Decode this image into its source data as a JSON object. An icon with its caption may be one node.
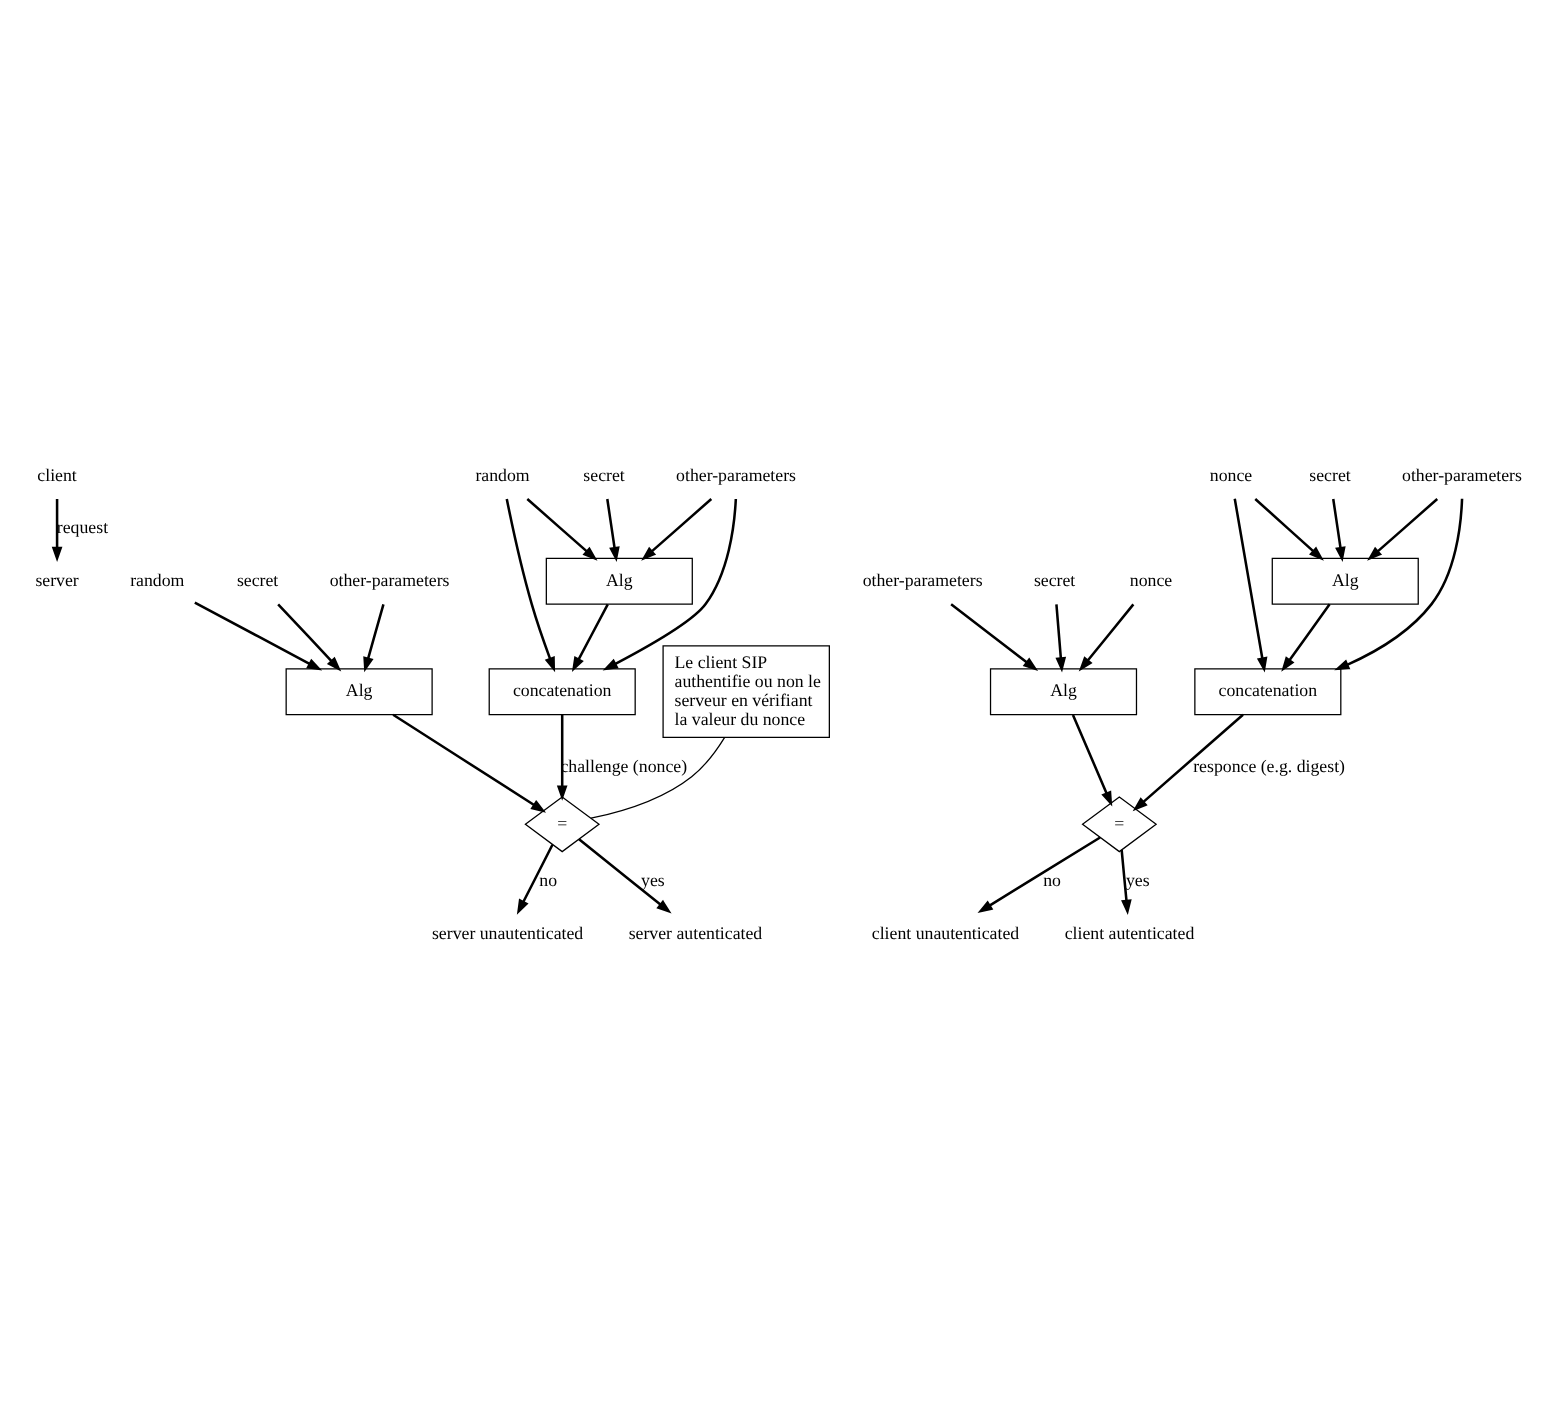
{
  "diagram": {
    "nodes": [
      {
        "text": [
          "client"
        ]
      },
      {
        "text": [
          "server"
        ]
      },
      {
        "text": [
          "random"
        ]
      },
      {
        "text": [
          "secret"
        ]
      },
      {
        "text": [
          "other-parameters"
        ]
      },
      {
        "text": [
          "Alg"
        ]
      },
      {
        "text": [
          "="
        ]
      },
      {
        "text": [
          "server unautenticated"
        ]
      },
      {
        "text": [
          "server autenticated"
        ]
      },
      {
        "text": [
          "secret"
        ]
      },
      {
        "text": [
          "random"
        ]
      },
      {
        "text": [
          "other-parameters"
        ]
      },
      {
        "text": [
          "Alg"
        ]
      },
      {
        "text": [
          "concatenation"
        ]
      },
      {
        "text": [
          "Le client SIP authentifie ou non le serveur en vérifiant la valeur du nonce"
        ]
      },
      {
        "text": [
          "secret"
        ]
      },
      {
        "text": [
          "nonce"
        ]
      },
      {
        "text": [
          "other-parameters"
        ]
      },
      {
        "text": [
          "Alg"
        ]
      },
      {
        "text": [
          "concatenation"
        ]
      },
      {
        "text": [
          "secret"
        ]
      },
      {
        "text": [
          "nonce"
        ]
      },
      {
        "text": [
          "other-parameters"
        ]
      },
      {
        "text": [
          "Alg"
        ]
      },
      {
        "text": [
          "="
        ]
      },
      {
        "text": [
          "client unautenticated"
        ]
      },
      {
        "text": [
          "client autenticated"
        ]
      }
    ],
    "edges": [
      {
        "from": 0,
        "to": 1,
        "arrow": "to",
        "label": "request"
      },
      {
        "from": 2,
        "to": 5,
        "arrow": "to"
      },
      {
        "from": 3,
        "to": 5,
        "arrow": "to"
      },
      {
        "from": 4,
        "to": 5,
        "arrow": "to"
      },
      {
        "from": 5,
        "to": 6,
        "arrow": "to"
      },
      {
        "from": 6,
        "to": 7,
        "arrow": "to",
        "label": "no"
      },
      {
        "from": 6,
        "to": 8,
        "arrow": "to",
        "label": "yes"
      },
      {
        "from": 10,
        "to": 12,
        "arrow": "to"
      },
      {
        "from": 10,
        "to": 13,
        "arrow": "to"
      },
      {
        "from": 9,
        "to": 12,
        "arrow": "to"
      },
      {
        "from": 11,
        "to": 12,
        "arrow": "to"
      },
      {
        "from": 11,
        "to": 13,
        "arrow": "to"
      },
      {
        "from": 12,
        "to": 13,
        "arrow": "to"
      },
      {
        "from": 13,
        "to": 6,
        "arrow": "to",
        "label": "challenge (nonce)"
      },
      {
        "from": 14,
        "to": 6,
        "arrow": "none"
      },
      {
        "from": 16,
        "to": 18,
        "arrow": "to"
      },
      {
        "from": 16,
        "to": 19,
        "arrow": "to"
      },
      {
        "from": 15,
        "to": 18,
        "arrow": "to"
      },
      {
        "from": 17,
        "to": 18,
        "arrow": "to"
      },
      {
        "from": 17,
        "to": 19,
        "arrow": "to"
      },
      {
        "from": 18,
        "to": 19,
        "arrow": "to"
      },
      {
        "from": 19,
        "to": 24,
        "arrow": "to",
        "label": "responce (e.g. digest)"
      },
      {
        "from": 21,
        "to": 23,
        "arrow": "to"
      },
      {
        "from": 20,
        "to": 23,
        "arrow": "to"
      },
      {
        "from": 22,
        "to": 23,
        "arrow": "to"
      },
      {
        "from": 23,
        "to": 24,
        "arrow": "to"
      },
      {
        "from": 24,
        "to": 25,
        "arrow": "to",
        "label": "no"
      },
      {
        "from": 24,
        "to": 26,
        "arrow": "to",
        "label": "yes"
      }
    ]
  }
}
